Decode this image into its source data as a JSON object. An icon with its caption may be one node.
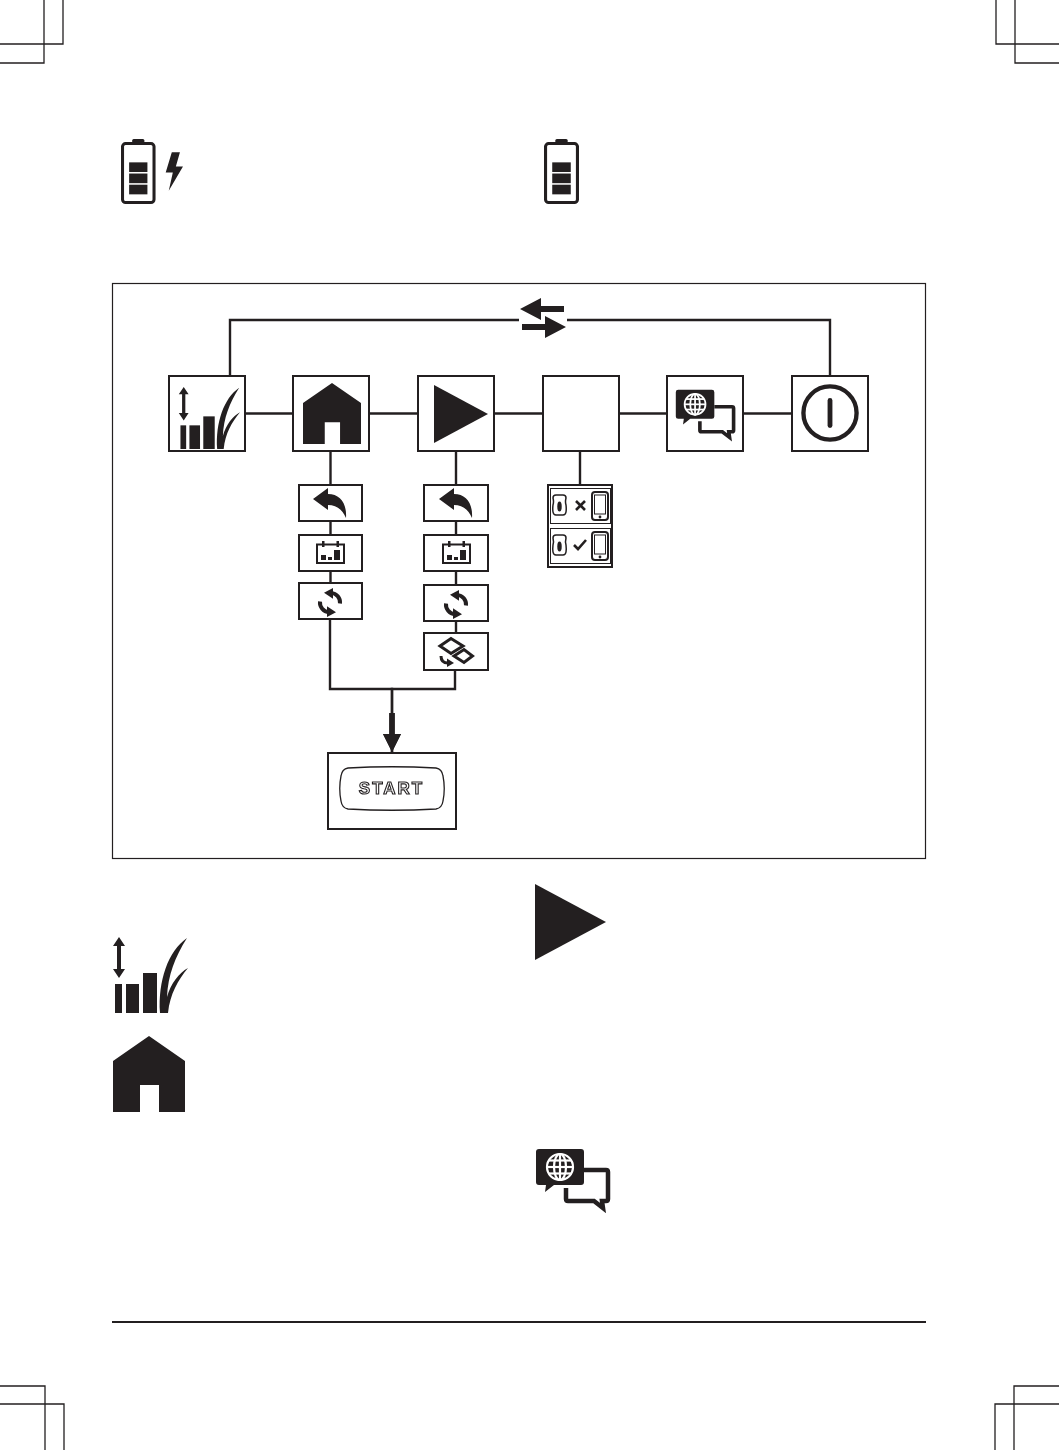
{
  "diagram": {
    "nodes": [
      {
        "text": [],
        "shape": "box"
      },
      {
        "text": [],
        "shape": "box"
      },
      {
        "text": [],
        "shape": "box"
      },
      {
        "text": [],
        "shape": "box"
      },
      {
        "text": [],
        "shape": "box"
      },
      {
        "text": [],
        "shape": "box"
      },
      {
        "text": [],
        "shape": "box"
      },
      {
        "text": [],
        "shape": "box"
      },
      {
        "text": [],
        "shape": "box"
      },
      {
        "text": [],
        "shape": "box",
        "in": 8
      },
      {
        "text": [],
        "shape": "box",
        "in": 8
      },
      {
        "text": [],
        "shape": "box"
      },
      {
        "text": [],
        "shape": "box"
      },
      {
        "text": [],
        "shape": "box"
      },
      {
        "text": [],
        "shape": "box"
      },
      {
        "text": [],
        "shape": "box"
      },
      {
        "text": [],
        "shape": "box"
      },
      {
        "text": [
          "START"
        ],
        "in": 16
      }
    ],
    "edges": [
      {
        "from": 0,
        "to": 1,
        "arrow": "none"
      },
      {
        "from": 1,
        "to": 2,
        "arrow": "none"
      },
      {
        "from": 2,
        "to": 3,
        "arrow": "none"
      },
      {
        "from": 3,
        "to": 4,
        "arrow": "none"
      },
      {
        "from": 4,
        "to": 5,
        "arrow": "none"
      },
      {
        "from": 0,
        "to": 5,
        "arrow": "none"
      },
      {
        "from": 1,
        "to": 6,
        "arrow": "none"
      },
      {
        "from": 6,
        "to": 11,
        "arrow": "none"
      },
      {
        "from": 11,
        "to": 13,
        "arrow": "none"
      },
      {
        "from": 2,
        "to": 7,
        "arrow": "none"
      },
      {
        "from": 7,
        "to": 12,
        "arrow": "none"
      },
      {
        "from": 12,
        "to": 14,
        "arrow": "none"
      },
      {
        "from": 14,
        "to": 15,
        "arrow": "none"
      },
      {
        "from": 3,
        "to": 8,
        "arrow": "none"
      },
      {
        "from": 13,
        "to": 16,
        "arrow": "to"
      },
      {
        "from": 15,
        "to": 16,
        "arrow": "to"
      }
    ]
  }
}
